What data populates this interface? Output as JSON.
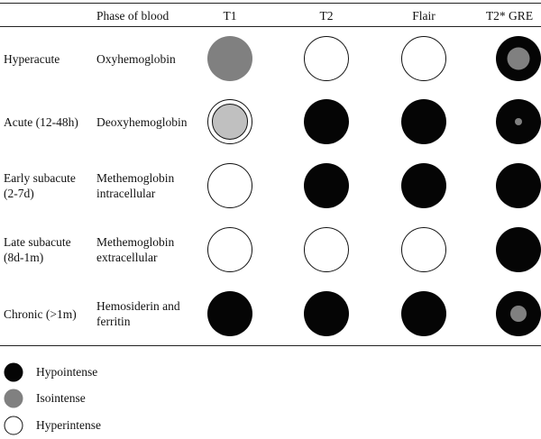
{
  "headers": {
    "stage": "",
    "phase": "Phase of blood",
    "cols": [
      "T1",
      "T2",
      "Flair",
      "T2* GRE"
    ]
  },
  "colors": {
    "hypo": "#050505",
    "iso": "#808080",
    "hyper": "#ffffff",
    "light": "#c0c0c0"
  },
  "rows": [
    {
      "stage": [
        "Hyperacute"
      ],
      "phase": [
        "Oxyhemoglobin"
      ],
      "signals": [
        "iso",
        "hyper",
        "hyper",
        "hypo-iso-center"
      ]
    },
    {
      "stage": [
        "Acute (12-48h)"
      ],
      "phase": [
        "Deoxyhemoglobin"
      ],
      "signals": [
        "ringed-light",
        "hypo",
        "hypo",
        "hypo-iso-dot"
      ]
    },
    {
      "stage": [
        "Early subacute",
        "(2-7d)"
      ],
      "phase": [
        "Methemoglobin",
        "intracellular"
      ],
      "signals": [
        "hyper",
        "hypo",
        "hypo",
        "hypo"
      ]
    },
    {
      "stage": [
        "Late subacute",
        "(8d-1m)"
      ],
      "phase": [
        "Methemoglobin",
        "extracellular"
      ],
      "signals": [
        "hyper",
        "hyper",
        "hyper",
        "hypo"
      ]
    },
    {
      "stage": [
        "Chronic (>1m)"
      ],
      "phase": [
        "Hemosiderin and",
        "ferritin"
      ],
      "signals": [
        "hypo",
        "hypo",
        "hypo",
        "hypo-iso-small"
      ]
    }
  ],
  "legend": [
    {
      "type": "hypo",
      "label": "Hypointense"
    },
    {
      "type": "iso",
      "label": "Isointense"
    },
    {
      "type": "hyper",
      "label": "Hyperintense"
    }
  ]
}
